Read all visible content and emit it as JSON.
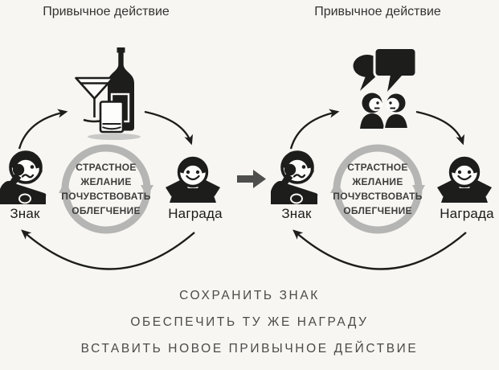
{
  "colors": {
    "background": "#f7f6f3",
    "ink": "#1d1d1b",
    "ring": "#b5b5b3",
    "craving_text": "#3d3d3b",
    "caption_text": "#4b4b49",
    "transition_arrow": "#4e4e4c"
  },
  "loops": [
    {
      "routine_label": "Привычное действие",
      "routine_icon": "drinks-icon",
      "cue_label": "Знак",
      "reward_label": "Награда",
      "craving": [
        "СТРАСТНОЕ",
        "ЖЕЛАНИЕ",
        "ПОЧУВСТВОВАТЬ",
        "ОБЛЕГЧЕНИЕ"
      ]
    },
    {
      "routine_label": "Привычное действие",
      "routine_icon": "conversation-icon",
      "cue_label": "Знак",
      "reward_label": "Награда",
      "craving": [
        "СТРАСТНОЕ",
        "ЖЕЛАНИЕ",
        "ПОЧУВСТВОВАТЬ",
        "ОБЛЕГЧЕНИЕ"
      ]
    }
  ],
  "caption_lines": [
    "СОХРАНИТЬ ЗНАК",
    "ОБЕСПЕЧИТЬ ТУ ЖЕ НАГРАДУ",
    "ВСТАВИТЬ НОВОЕ ПРИВЫЧНОЕ ДЕЙСТВИЕ"
  ]
}
